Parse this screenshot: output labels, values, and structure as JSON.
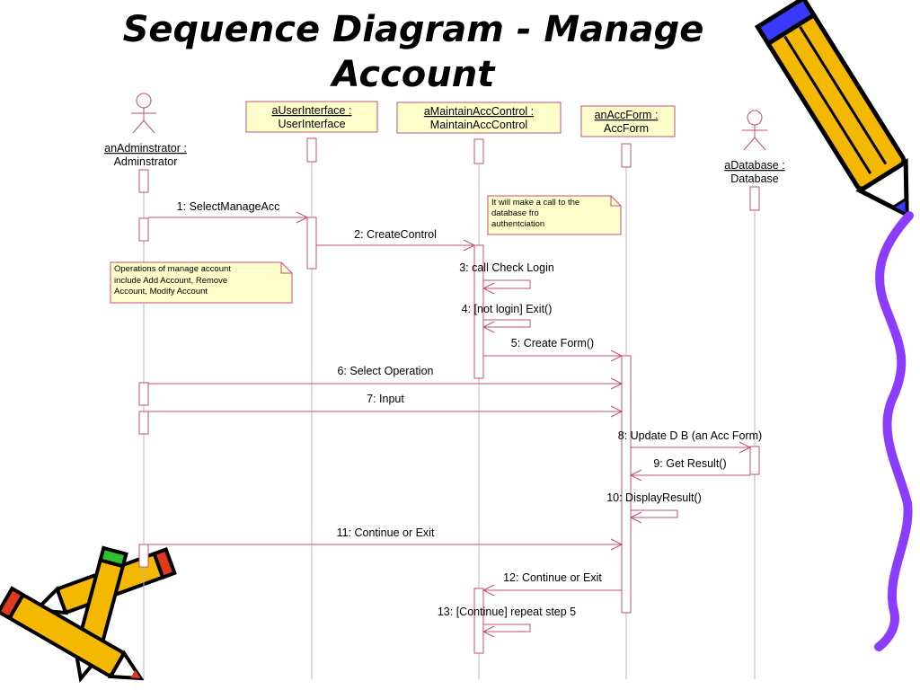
{
  "title_line1": "Sequence Diagram - Manage",
  "title_line2": "Account",
  "colors": {
    "line": "#c0507a",
    "note_fill": "#ffffcc",
    "box_border": "#c0507a",
    "pencil_body": "#f5b800",
    "pencil_outline": "#000000",
    "ribbon": "#8c3cff"
  },
  "actors": [
    {
      "id": "admin",
      "line1": "anAdminstrator :",
      "line2": "Adminstrator"
    },
    {
      "id": "db",
      "line1": "aDatabase :",
      "line2": "Database"
    }
  ],
  "objects": [
    {
      "id": "ui",
      "line1": "aUserInterface :",
      "line2": "UserInterface"
    },
    {
      "id": "mac",
      "line1": "aMaintainAccControl :",
      "line2": "MaintainAccControl"
    },
    {
      "id": "form",
      "line1": "anAccForm :",
      "line2": "AccForm"
    }
  ],
  "notes": [
    {
      "id": "note-db-call",
      "lines": [
        "It will make a  call to the",
        "database fro",
        "authentciation"
      ]
    },
    {
      "id": "note-operations",
      "lines": [
        "Operations of manage account",
        "include Add Account, Remove",
        "Account, Modify Account"
      ]
    }
  ],
  "messages": [
    {
      "n": 1,
      "label": "1: SelectManageAcc"
    },
    {
      "n": 2,
      "label": "2: CreateControl"
    },
    {
      "n": 3,
      "label": "3: call Check Login"
    },
    {
      "n": 4,
      "label": "4: [not login] Exit()"
    },
    {
      "n": 5,
      "label": "5: Create Form()"
    },
    {
      "n": 6,
      "label": "6: Select Operation"
    },
    {
      "n": 7,
      "label": "7: Input"
    },
    {
      "n": 8,
      "label": "8: Update D B (an Acc Form)"
    },
    {
      "n": 9,
      "label": "9: Get Result()"
    },
    {
      "n": 10,
      "label": "10: DisplayResult()"
    },
    {
      "n": 11,
      "label": "11: Continue or Exit"
    },
    {
      "n": 12,
      "label": "12: Continue or Exit"
    },
    {
      "n": 13,
      "label": "13: [Continue] repeat step 5"
    }
  ]
}
